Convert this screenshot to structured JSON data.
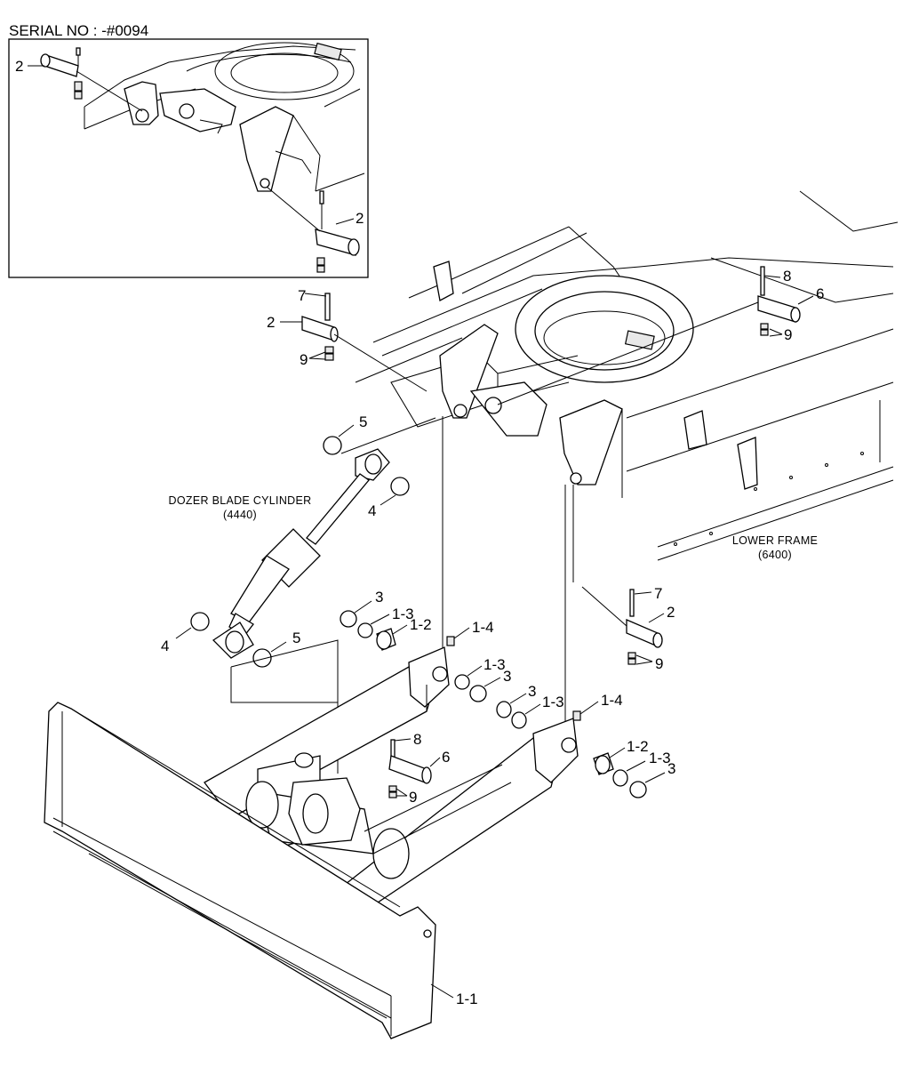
{
  "serial_text": "SERIAL NO : -#0094",
  "callouts": {
    "inset_2_top": "2",
    "inset_2_bottom": "2",
    "main_7_top": "7",
    "main_2_top": "2",
    "main_9_top": "9",
    "main_8_top": "8",
    "main_6_top": "6",
    "main_9_topright": "9",
    "main_5_upper": "5",
    "main_4_upper": "4",
    "main_7_right": "7",
    "main_2_right": "2",
    "main_9_right": "9",
    "main_3_a": "3",
    "main_1_3_a": "1-3",
    "main_1_2_a": "1-2",
    "main_1_4_a": "1-4",
    "main_4_lower": "4",
    "main_5_lower": "5",
    "main_1_3_b": "1-3",
    "main_3_b": "3",
    "main_3_c": "3",
    "main_1_3_c": "1-3",
    "main_1_4_b": "1-4",
    "main_8_lower": "8",
    "main_6_lower": "6",
    "main_9_lower": "9",
    "main_1_2_b": "1-2",
    "main_1_3_d": "1-3",
    "main_3_d": "3",
    "main_1_1": "1-1"
  },
  "labels": {
    "cylinder_name": "DOZER BLADE CYLINDER",
    "cylinder_code": "(4440)",
    "frame_name": "LOWER FRAME",
    "frame_code": "(6400)"
  }
}
